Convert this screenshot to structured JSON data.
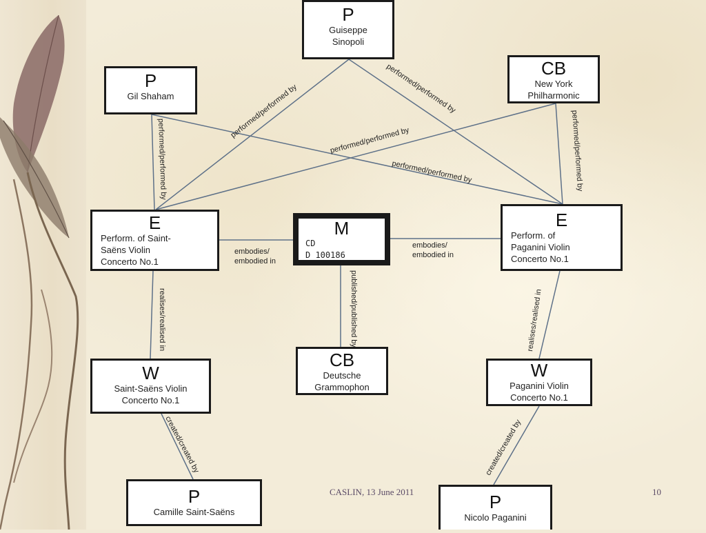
{
  "nodes": {
    "sinopoli": {
      "type": "P",
      "label": "Guiseppe\nSinopoli"
    },
    "shaham": {
      "type": "P",
      "label": "Gil Shaham"
    },
    "nyphil": {
      "type": "CB",
      "label": "New York\nPhilharmonic"
    },
    "perf_saint_saens": {
      "type": "E",
      "label": "Perform. of Saint-\nSaëns Violin\nConcerto No.1"
    },
    "cd": {
      "type": "M",
      "label": "CD\nD 100186"
    },
    "perf_paganini": {
      "type": "E",
      "label": "Perform. of\nPaganini Violin\nConcerto No.1"
    },
    "work_saint_saens": {
      "type": "W",
      "label": "Saint-Saëns Violin\nConcerto No.1"
    },
    "deutsche": {
      "type": "CB",
      "label": "Deutsche\nGrammophon"
    },
    "work_paganini": {
      "type": "W",
      "label": "Paganini Violin\nConcerto No.1"
    },
    "camille": {
      "type": "P",
      "label": "Camille Saint-Saëns"
    },
    "nicolo": {
      "type": "P",
      "label": "Nicolo Paganini"
    }
  },
  "edges": {
    "sinopoli_e1": "performed/performed by",
    "sinopoli_e2": "performed/performed by",
    "nyphil_e1": "performed/performed by",
    "nyphil_e2": "performed/performed by",
    "shaham_e1": "performed/performed by",
    "shaham_e2": "performed/performed by",
    "embodies_left_1": "embodies/",
    "embodies_left_2": "embodied in",
    "embodies_right_1": "embodies/",
    "embodies_right_2": "embodied in",
    "published": "published/published by",
    "realises_left": "realises/realised in",
    "realises_right": "realises/realised in",
    "created_left": "created/created by",
    "created_right": "created/created by"
  },
  "footer": {
    "text": "CASLIN, 13 June 2011",
    "page": "10"
  }
}
